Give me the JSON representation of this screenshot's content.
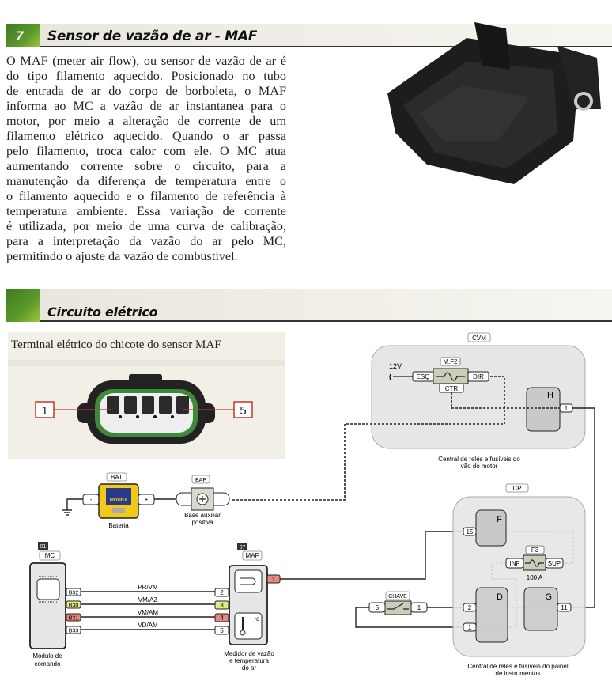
{
  "section1": {
    "number": "7",
    "title": "Sensor de vazão de ar - MAF",
    "paragraph_lines": [
      "O MAF (meter air flow), ou sensor de vazão de ar é",
      "do tipo filamento aquecido. Posicionado no tubo",
      "de entrada de ar do corpo de borboleta, o MAF",
      "informa ao MC a vazão de ar instantanea para o",
      "motor, por meio a alteração de corrente de um",
      "filamento elétrico aquecido. Quando o ar passa",
      "pelo filamento, troca calor com ele. O MC atua",
      "aumentando corrente sobre o circuito, para a",
      "manutenção da diferença de temperatura entre o",
      "o filamento aquecido e o filamento de referência à",
      "temperatura ambiente. Essa variação de corrente",
      "é utilizada, por meio de uma curva de calibração,",
      "para a interpretação da  vazão do ar pelo MC,",
      "permitindo o ajuste da vazão de combustível."
    ]
  },
  "section2": {
    "title": "Circuito elétrico",
    "connector_caption": "Terminal elétrico do chicote do sensor MAF",
    "connector_pin_first": "1",
    "connector_pin_last": "5"
  },
  "diagram": {
    "cvm": {
      "tag": "CVM",
      "voltage": "12V",
      "fuse_tag": "M.F2",
      "esq": "ESQ",
      "dir": "DIR",
      "ctr": "CTR",
      "relay": "H",
      "pin": "1",
      "caption1": "Central de relés e fusíveis do",
      "caption2": "vão do motor"
    },
    "bat": {
      "tag": "BAT",
      "minus": "-",
      "plus": "+",
      "brand": "MOURA",
      "caption": "Bateria"
    },
    "bap": {
      "tag": "BAP",
      "caption1": "Base auxiliar",
      "caption2": "positiva"
    },
    "mc": {
      "number": "01",
      "tag": "MC",
      "pins": [
        "B32",
        "B30",
        "B31",
        "B33"
      ],
      "caption1": "Módulo de",
      "caption2": "comando"
    },
    "wires": [
      "PR/VM",
      "VM/AZ",
      "VM/AM",
      "VD/AM"
    ],
    "maf": {
      "number": "07",
      "tag": "MAF",
      "pins": [
        "2",
        "3",
        "4",
        "5"
      ],
      "pin_top": "1",
      "temp_unit": "°C",
      "caption1": "Medidor de vazão",
      "caption2": "e  temperatura",
      "caption3": "do ar"
    },
    "cp": {
      "tag": "CP",
      "relay_f": "F",
      "pin_f": "15",
      "fuse_tag": "F3",
      "inf": "INF",
      "sup": "SUP",
      "fuse_rating": "100 A",
      "relay_d": "D",
      "pin_d2": "2",
      "pin_d1": "1",
      "relay_g": "G",
      "pin_g": "11",
      "caption1": "Central de relés e fusíveis do painel",
      "caption2": "de instrumentos"
    },
    "chave": {
      "tag": "CHAVE",
      "pin_left": "5",
      "pin_right": "1"
    },
    "colors": {
      "pin_yellow": "#e4ea8a",
      "pin_red": "#e48a7e",
      "box_grey": "#e6e6e6",
      "relay_grey": "#c9c9c9",
      "fuse_green": "#c8cfb8",
      "battery_yellow": "#f2c916"
    }
  }
}
